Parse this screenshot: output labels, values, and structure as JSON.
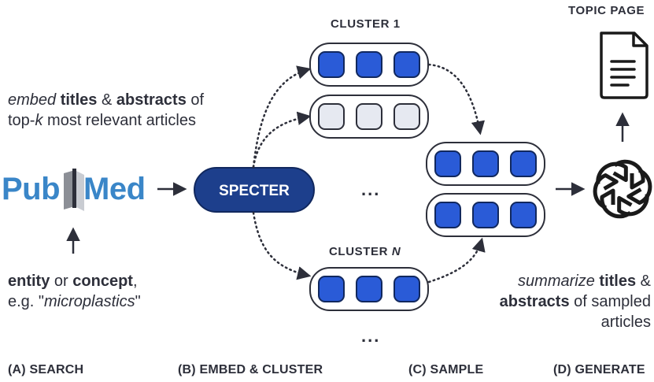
{
  "source": {
    "logo_text_left": "Pub",
    "logo_text_right": "Med"
  },
  "captions": {
    "embed_line1_italic": "embed",
    "embed_line1_b1": "titles",
    "embed_line1_mid": "&",
    "embed_line1_b2": "abstracts",
    "embed_line1_end": "of",
    "embed_line2_pre": "top-",
    "embed_line2_k": "k",
    "embed_line2_post": "most relevant articles",
    "query_b1": "entity",
    "query_mid": "or",
    "query_b2": "concept",
    "query_comma": ",",
    "query_line2_pre": "e.g. \"",
    "query_line2_italic": "microplastics",
    "query_line2_post": "\"",
    "summ_italic": "summarize",
    "summ_b1": "titles",
    "summ_amp": "&",
    "summ_b2": "abstracts",
    "summ_line2_rest": "of sampled",
    "summ_line3": "articles"
  },
  "embedder": {
    "label": "SPECTER"
  },
  "clusters": {
    "first_label": "CLUSTER 1",
    "last_label_pre": "CLUSTER",
    "last_label_var": "N",
    "ellipsis": "..."
  },
  "output": {
    "label": "TOPIC PAGE"
  },
  "stages": {
    "a": "(A) SEARCH",
    "b": "(B) EMBED & CLUSTER",
    "c": "(C) SAMPLE",
    "d": "(D) GENERATE"
  },
  "colors": {
    "filled_square": "#2a5bd7",
    "empty_square": "#e6e9f1",
    "dark_navy": "#1d3f8c",
    "text": "#2d2f3a",
    "pubmed_blue": "#3a86c8"
  },
  "icons": [
    "document-icon",
    "openai-logo-icon",
    "book-icon"
  ]
}
